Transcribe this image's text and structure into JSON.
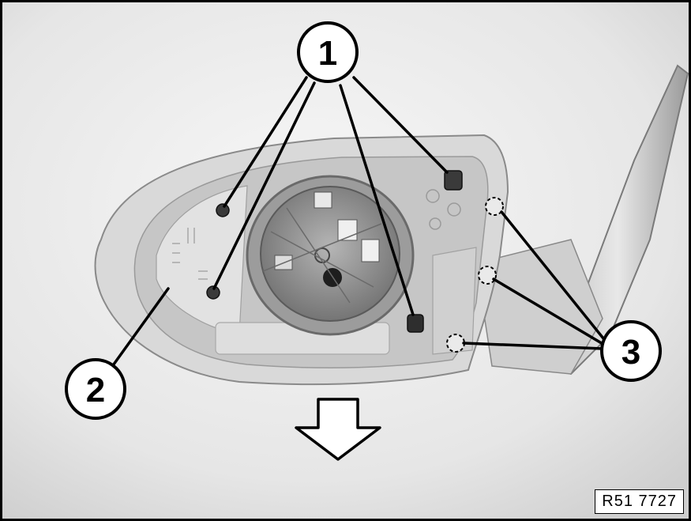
{
  "callouts": [
    {
      "id": "1",
      "label": "1"
    },
    {
      "id": "2",
      "label": "2"
    },
    {
      "id": "3",
      "label": "3"
    }
  ],
  "reference_code": "R51 7727",
  "colors": {
    "background": "#f2f2f2",
    "housing": "#d6d6d6",
    "housing_inner": "#c2c2c2",
    "motor": "#8e8e8e",
    "screw": "#3a3a3a",
    "line": "#000000"
  },
  "icons": [
    "screw-icon",
    "clip-icon",
    "down-arrow-icon"
  ]
}
